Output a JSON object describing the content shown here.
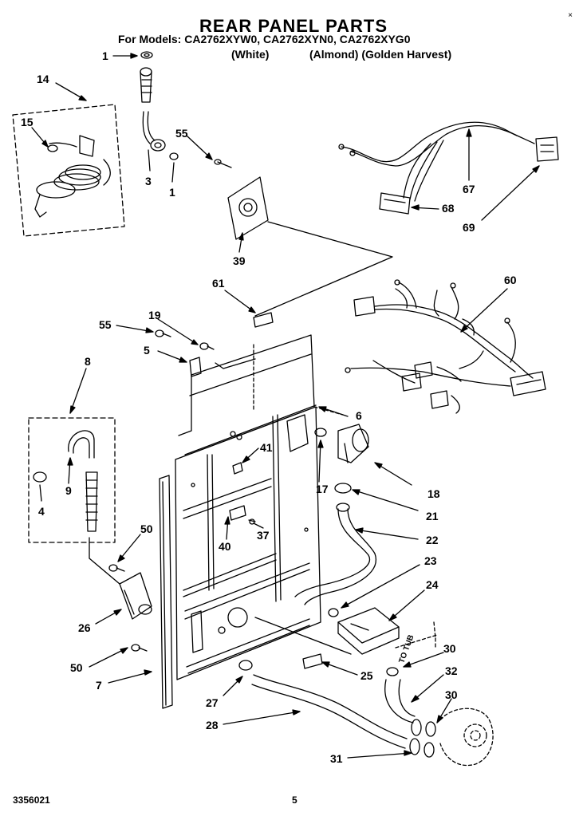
{
  "header": {
    "title": "REAR PANEL PARTS",
    "models": "For Models: CA2762XYW0, CA2762XYN0, CA2762XYG0",
    "color_white": "(White)",
    "color_almond_gold": "(Almond) (Golden Harvest)",
    "corner_mark": "×"
  },
  "footer": {
    "code": "3356021",
    "page": "5"
  },
  "callouts": {
    "c1a": "1",
    "c14": "14",
    "c15": "15",
    "c3": "3",
    "c1b": "1",
    "c55a": "55",
    "c39": "39",
    "c67": "67",
    "c68": "68",
    "c69": "69",
    "c61": "61",
    "c60": "60",
    "c55b": "55",
    "c19": "19",
    "c5": "5",
    "c8": "8",
    "c6": "6",
    "c41": "41",
    "c9": "9",
    "c4": "4",
    "c17": "17",
    "c18": "18",
    "c21": "21",
    "c22": "22",
    "c37": "37",
    "c40": "40",
    "c50a": "50",
    "c23": "23",
    "c24": "24",
    "c26": "26",
    "c30a": "30",
    "c50b": "50",
    "c25": "25",
    "c32": "32",
    "c7": "7",
    "c27": "27",
    "c30b": "30",
    "c28": "28",
    "c31": "31"
  },
  "to_tub": "TO TUB"
}
